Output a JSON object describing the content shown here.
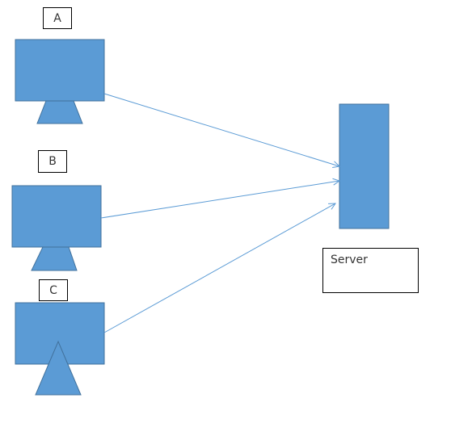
{
  "colors": {
    "shape_fill": "#5b9bd5",
    "shape_stroke": "#41719c",
    "arrow": "#5b9bd5",
    "label_border": "#000000",
    "label_text": "#333333"
  },
  "clients": [
    {
      "label": "A"
    },
    {
      "label": "B"
    },
    {
      "label": "C"
    }
  ],
  "server": {
    "label": "Server"
  }
}
